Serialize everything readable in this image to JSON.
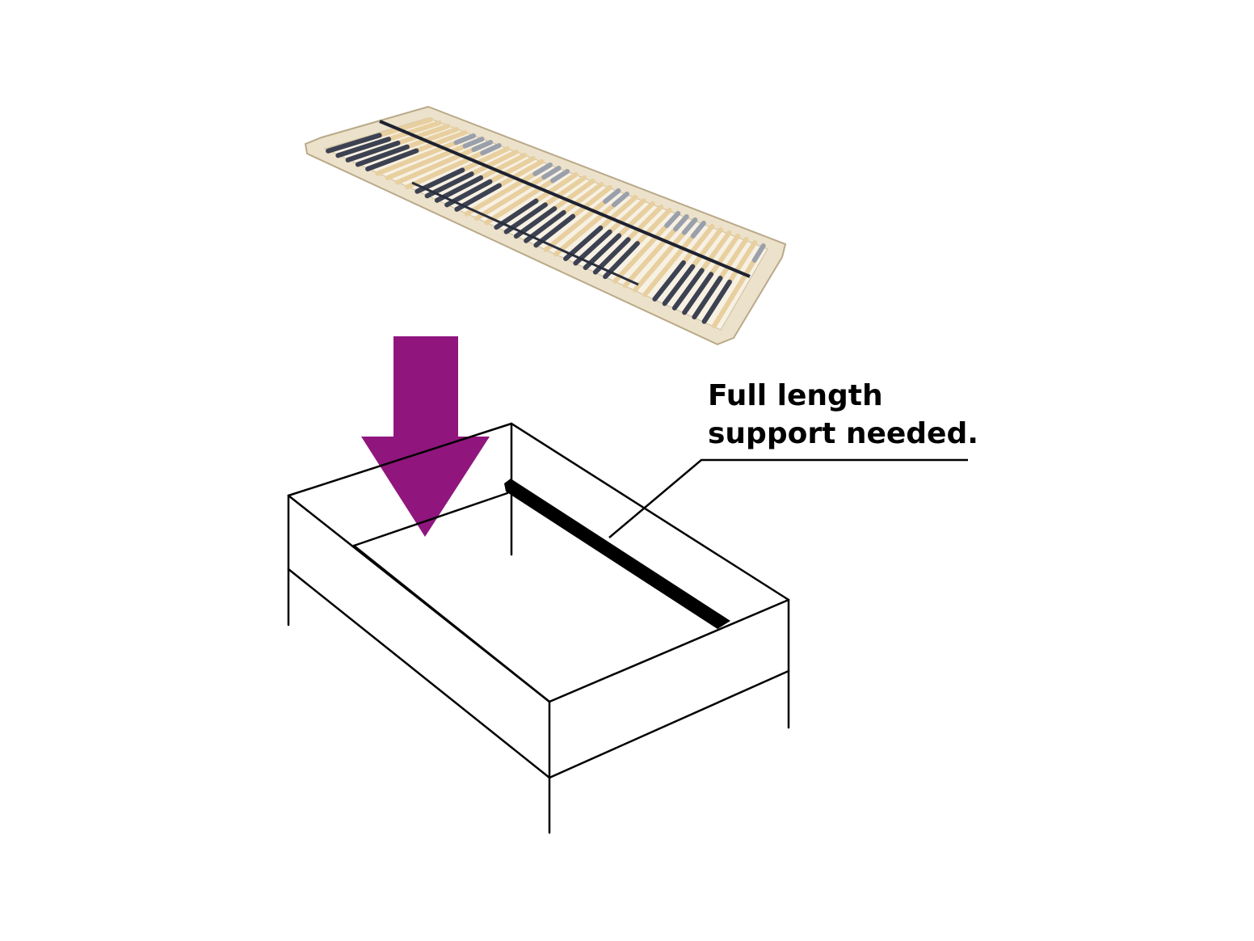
{
  "note": {
    "line1": "Full length",
    "line2": "support needed."
  },
  "colors": {
    "arrow": "#90167e",
    "frame_line": "#000000",
    "support_rail": "#000000",
    "slat_wood": "#e8cf9f",
    "slat_dark": "#3c4252",
    "slat_grey": "#9aa0ab",
    "frame_wood": "#e9dcc4"
  },
  "icons": {
    "slatted-base": "slatted-bed-base-image",
    "down-arrow": "down-arrow-icon"
  }
}
